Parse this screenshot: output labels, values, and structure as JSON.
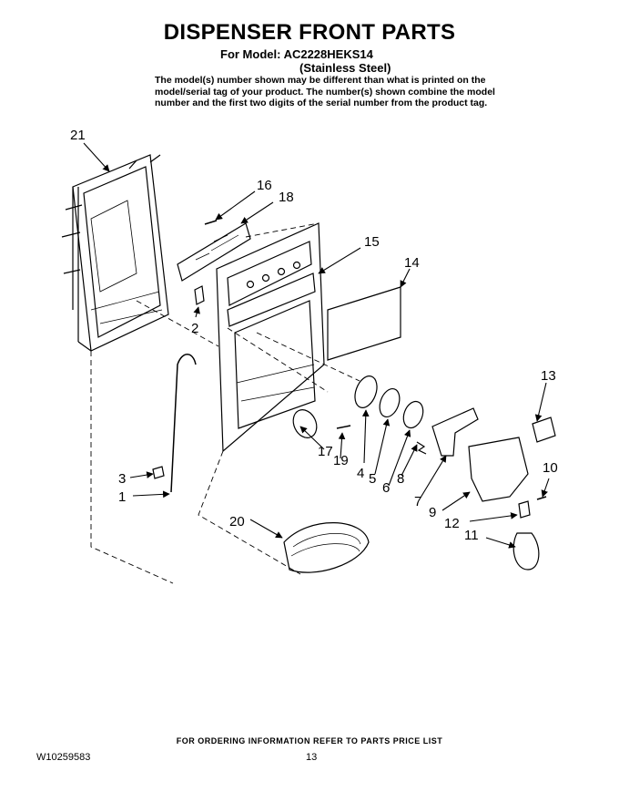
{
  "header": {
    "title": "DISPENSER FRONT PARTS",
    "model_line": "For Model: AC2228HEKS14",
    "model_variant": "(Stainless Steel)",
    "note_lines": [
      "The model(s) number shown may be different than what is printed on the",
      "model/serial tag of your product. The number(s) shown combine the model",
      "number and the first two digits of the serial number from the product tag."
    ]
  },
  "callouts": [
    "21",
    "16",
    "18",
    "15",
    "14",
    "2",
    "13",
    "3",
    "1",
    "17",
    "19",
    "4",
    "5",
    "6",
    "8",
    "7",
    "9",
    "10",
    "12",
    "11",
    "20"
  ],
  "footer": {
    "ordering_info": "FOR ORDERING INFORMATION REFER TO PARTS PRICE LIST",
    "doc_number": "W10259583",
    "page_number": "13"
  }
}
